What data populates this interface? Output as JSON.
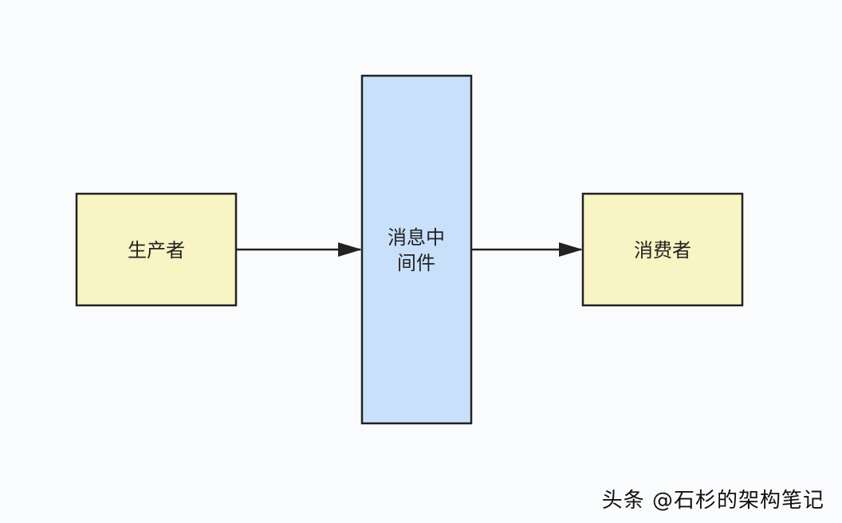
{
  "diagram": {
    "producer": {
      "label": "生产者",
      "fill": "#f8f4c3",
      "stroke": "#222222"
    },
    "middleware": {
      "label_line1": "消息中",
      "label_line2": "间件",
      "fill": "#c9e0fb",
      "stroke": "#222222"
    },
    "consumer": {
      "label": "消费者",
      "fill": "#f8f4c3",
      "stroke": "#222222"
    },
    "edges": [
      {
        "from": "producer",
        "to": "middleware"
      },
      {
        "from": "middleware",
        "to": "consumer"
      }
    ],
    "edge_color": "#222222",
    "background": "#fafbfd"
  },
  "watermark": {
    "text": "头条 @石杉的架构笔记"
  }
}
